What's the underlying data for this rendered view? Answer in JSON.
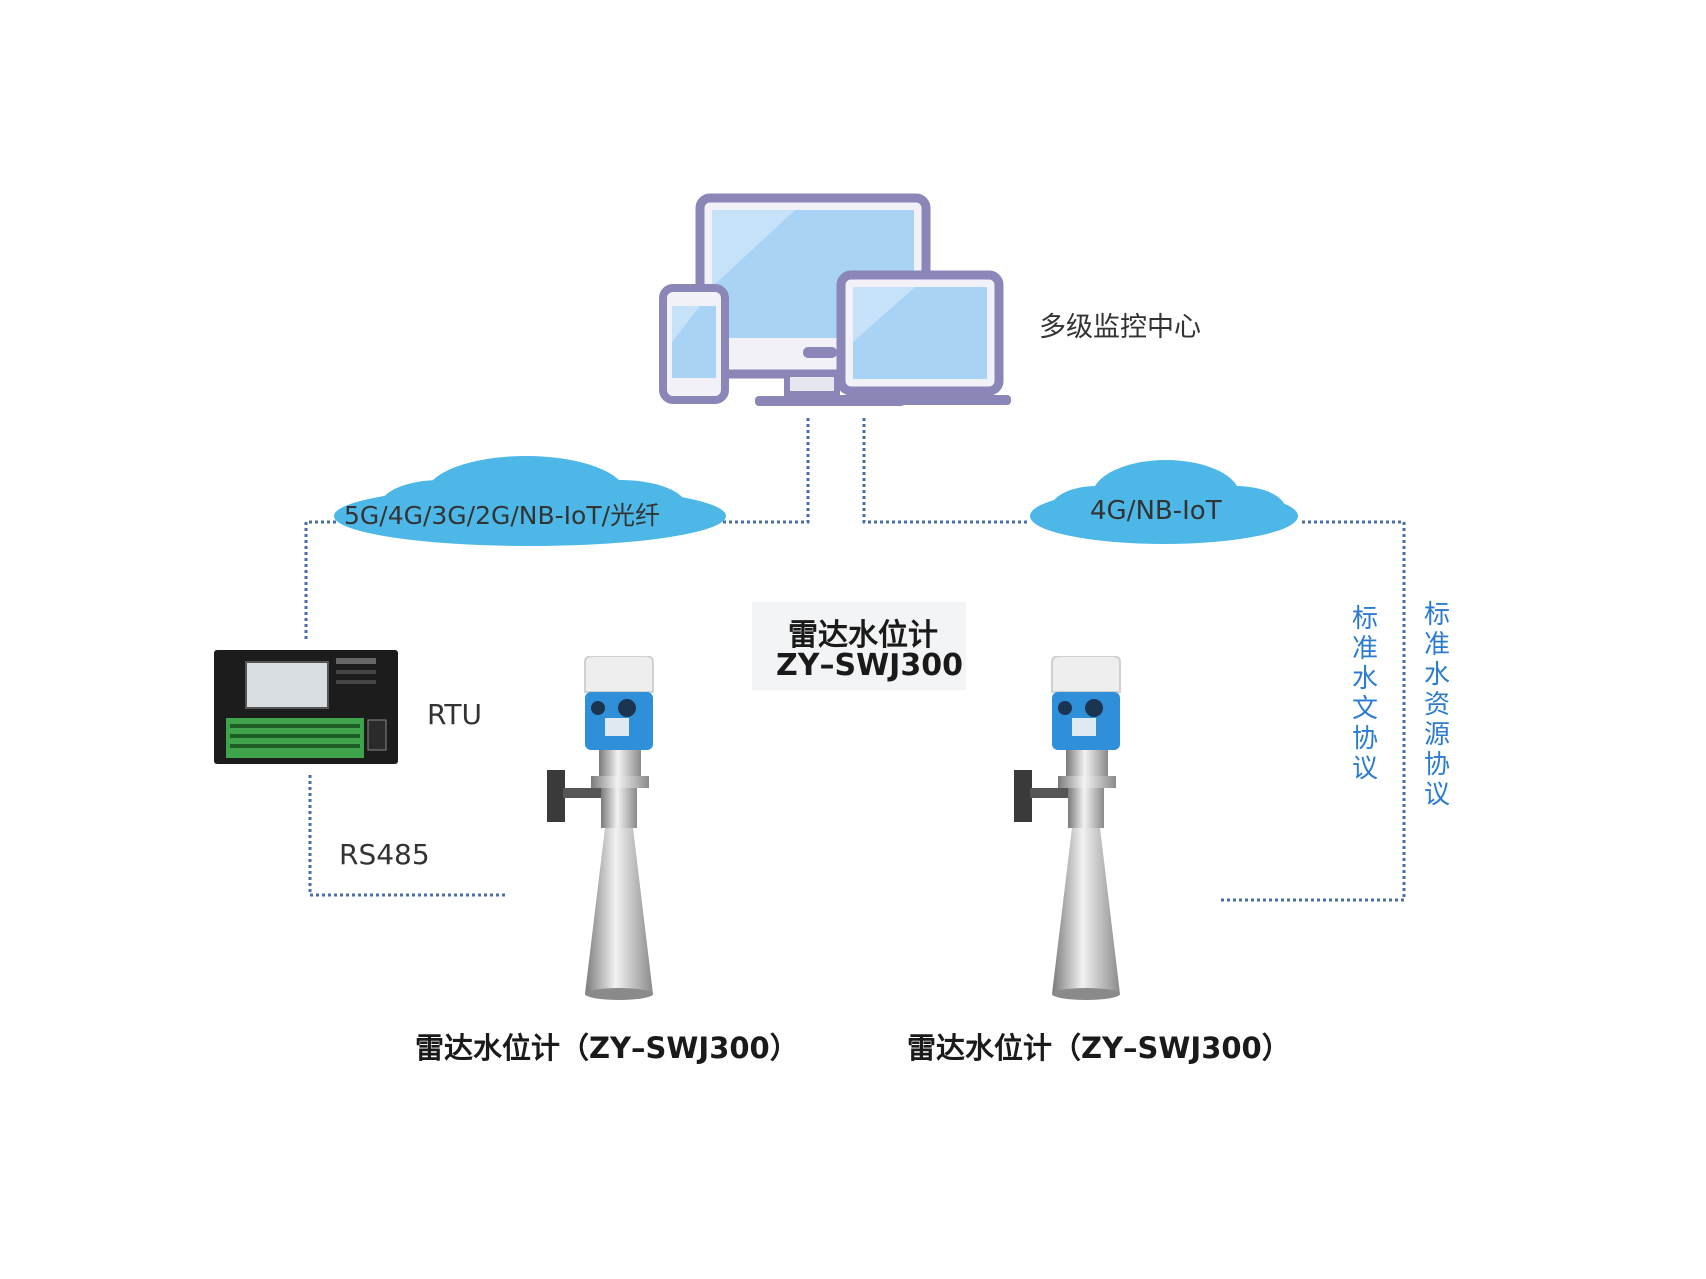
{
  "monitor_center": {
    "label": "多级监控中心"
  },
  "network": {
    "left_cloud": "5G/4G/3G/2G/NB-IoT/光纤",
    "right_cloud": "4G/NB-IoT"
  },
  "rtu": {
    "label": "RTU",
    "bus_label": "RS485"
  },
  "product_title": {
    "line1": "雷达水位计",
    "line2": "ZY–SWJ300"
  },
  "protocols": {
    "hydrology": "标准水文协议",
    "water_resource": "标准水资源协议"
  },
  "devices": [
    {
      "caption": "雷达水位计（ZY–SWJ300）"
    },
    {
      "caption": "雷达水位计（ZY–SWJ300）"
    }
  ],
  "colors": {
    "cloud": "#4db8e8",
    "device_outline": "#8a86b8",
    "screen": "#a9d3f5",
    "dotted_line": "#4a6ea8",
    "protocol_text": "#2b7cd0",
    "sensor_blue": "#2f8fd8"
  }
}
